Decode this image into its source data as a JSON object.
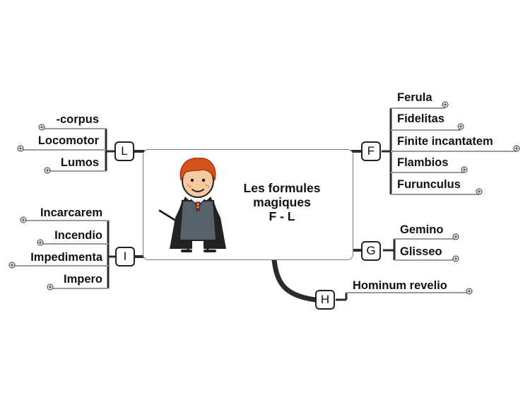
{
  "central": {
    "title_lines": [
      "Les formules",
      "magiques",
      "F - L"
    ]
  },
  "branches": {
    "F": {
      "label": "F",
      "items": [
        "Ferula",
        "Fidelitas",
        "Finite incantatem",
        "Flambios",
        "Furunculus"
      ]
    },
    "G": {
      "label": "G",
      "items": [
        "Gemino",
        "Glisseo"
      ]
    },
    "H": {
      "label": "H",
      "items": [
        "Hominum revelio"
      ]
    },
    "I": {
      "label": "I",
      "items": [
        "Incarcarem",
        "Incendio",
        "Impedimenta",
        "Impero"
      ]
    },
    "L": {
      "label": "L",
      "items": [
        "-corpus",
        "Locomotor",
        "Lumos"
      ]
    }
  },
  "illustration": {
    "icon": "cartoon-wizard-icon",
    "colors": {
      "hair": "#d4531c",
      "skin": "#f7c9a0",
      "robe": "#3d3d3d",
      "sweater": "#57636c",
      "tie_red": "#b5281e",
      "tie_gold": "#e0b53b"
    }
  },
  "colors": {
    "connector": "#2b2b2b",
    "underline": "#9a9a9a",
    "border": "#222222"
  }
}
